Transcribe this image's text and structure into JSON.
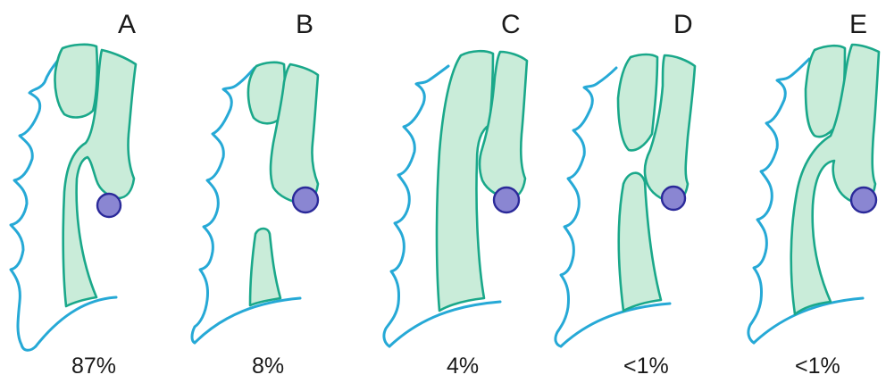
{
  "colors": {
    "tube_fill": "#c9ecd9",
    "tube_stroke": "#1aa88a",
    "wall_stroke": "#26a9d6",
    "dot_fill": "#8a86d2",
    "dot_stroke": "#2b2a9a"
  },
  "panels": [
    {
      "label": "A",
      "percent": "87%"
    },
    {
      "label": "B",
      "percent": "8%"
    },
    {
      "label": "C",
      "percent": "4%"
    },
    {
      "label": "D",
      "percent": "<1%"
    },
    {
      "label": "E",
      "percent": "<1%"
    }
  ]
}
